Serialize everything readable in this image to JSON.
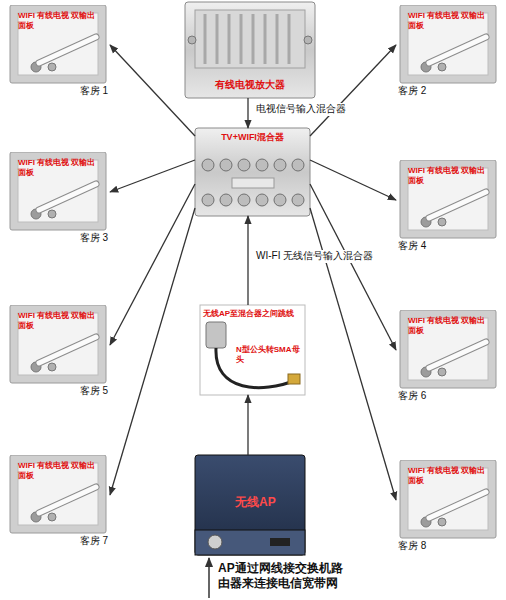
{
  "diagram": {
    "nodes": [
      {
        "text": [
          "WIFI 有线电视 双输出面板",
          "客房 1"
        ]
      },
      {
        "text": [
          "有线电视放大器"
        ]
      },
      {
        "text": [
          "WIFI 有线电视 双输出面板",
          "客房 2"
        ]
      },
      {
        "text": [
          "TV+WIFI混合器"
        ]
      },
      {
        "text": [
          "WIFI 有线电视 双输出面板",
          "客房 3"
        ]
      },
      {
        "text": [
          "WIFI 有线电视 双输出面板",
          "客房 4"
        ]
      },
      {
        "text": [
          "WIFI 有线电视 双输出面板",
          "客房 5"
        ]
      },
      {
        "text": [
          "无线AP至混合器之间跳线",
          "N型公头转SMA母头"
        ]
      },
      {
        "text": [
          "WIFI 有线电视 双输出面板",
          "客房 6"
        ]
      },
      {
        "text": [
          "WIFI 有线电视 双输出面板",
          "客房 7"
        ]
      },
      {
        "text": [
          "无线AP"
        ]
      },
      {
        "text": [
          "WIFI 有线电视 双输出面板",
          "客房 8"
        ]
      }
    ],
    "edges": [
      {
        "from": 1,
        "to": 3,
        "label": "电视信号输入混合器",
        "arrow": "to"
      },
      {
        "from": 7,
        "to": 3,
        "label": "WI-FI 无线信号输入混合器",
        "arrow": "to"
      },
      {
        "from": 10,
        "to": 7,
        "arrow": "to"
      },
      {
        "from": 3,
        "to": 0,
        "arrow": "to"
      },
      {
        "from": 3,
        "to": 2,
        "arrow": "to"
      },
      {
        "from": 3,
        "to": 4,
        "arrow": "to"
      },
      {
        "from": 3,
        "to": 5,
        "arrow": "to"
      },
      {
        "from": 3,
        "to": 6,
        "arrow": "to"
      },
      {
        "from": 3,
        "to": 8,
        "arrow": "to"
      },
      {
        "from": 3,
        "to": 9,
        "arrow": "to"
      },
      {
        "from": 3,
        "to": 11,
        "arrow": "to"
      }
    ],
    "labels": [
      "AP通过网线接交换机路由器来连接电信宽带网"
    ]
  }
}
